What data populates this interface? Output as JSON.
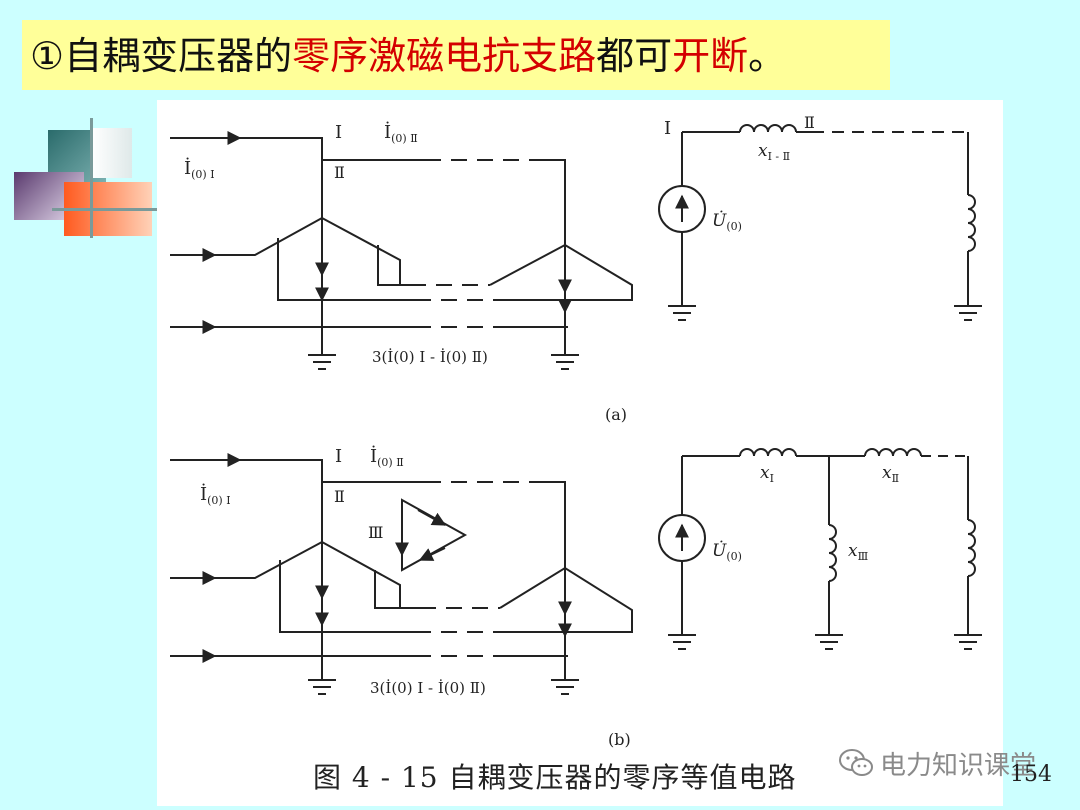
{
  "slide": {
    "title_prefix": "①自耦变压器的",
    "title_highlight1": "零序激磁电抗支路",
    "title_mid": "都可",
    "title_highlight2": "开断",
    "title_suffix": "。",
    "page_number": "154"
  },
  "figure": {
    "caption": "图 4 - 15   自耦变压器的零序等值电路",
    "panel_a_label": "(a)",
    "panel_b_label": "(b)",
    "winding_I": "I",
    "winding_II": "Ⅱ",
    "winding_III": "Ⅲ",
    "current_I_base": "İ",
    "current_I_sub": "(0) I",
    "current_II_base": "İ",
    "current_II_sub": "(0) Ⅱ",
    "neutral_current": "3(İ(0) I - İ(0) Ⅱ)",
    "source_label_base": "U̇",
    "source_label_sub": "(0)",
    "x_I_II_base": "x",
    "x_I_II_sub": "I - Ⅱ",
    "x_I_base": "x",
    "x_I_sub": "I",
    "x_II_base": "x",
    "x_II_sub": "Ⅱ",
    "x_III_base": "x",
    "x_III_sub": "Ⅲ"
  },
  "watermark": {
    "text": "电力知识课堂",
    "icon": "wechat-icon"
  },
  "colors": {
    "background": "#ccffff",
    "title_box": "#ffff99",
    "highlight": "#d40000"
  }
}
